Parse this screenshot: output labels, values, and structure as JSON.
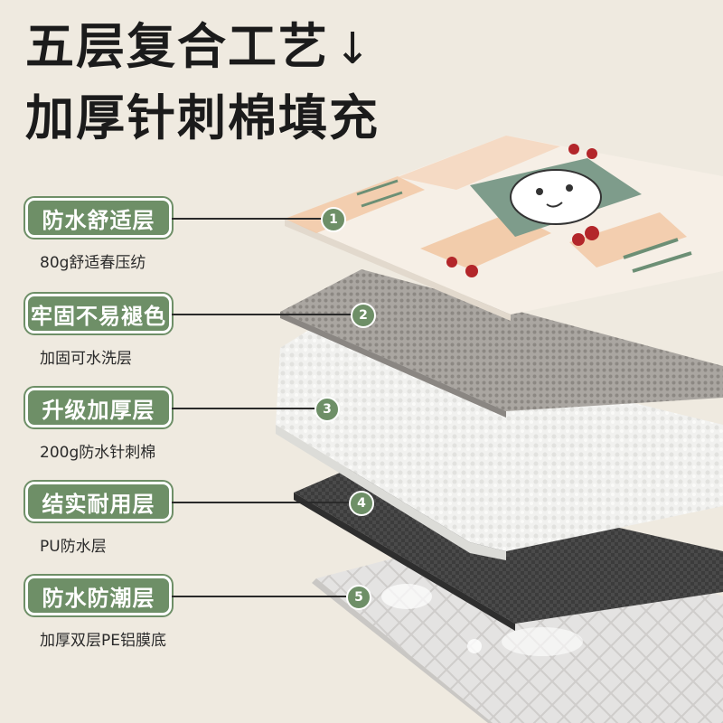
{
  "headline": {
    "line1": "五层复合工艺",
    "arrow": "↓",
    "line2": "加厚针刺棉填充"
  },
  "layers": [
    {
      "number": "1",
      "title": "防水舒适层",
      "desc": "80g舒适春压纺"
    },
    {
      "number": "2",
      "title": "牢固不易褪色",
      "desc": "加固可水洗层"
    },
    {
      "number": "3",
      "title": "升级加厚层",
      "desc": "200g防水针刺棉"
    },
    {
      "number": "4",
      "title": "结实耐用层",
      "desc": "PU防水层"
    },
    {
      "number": "5",
      "title": "防水防潮层",
      "desc": "加厚双层PE铝膜底"
    }
  ],
  "colors": {
    "accent_green": "#6e8f67",
    "background": "#efeae0",
    "text": "#1b1b1b"
  }
}
